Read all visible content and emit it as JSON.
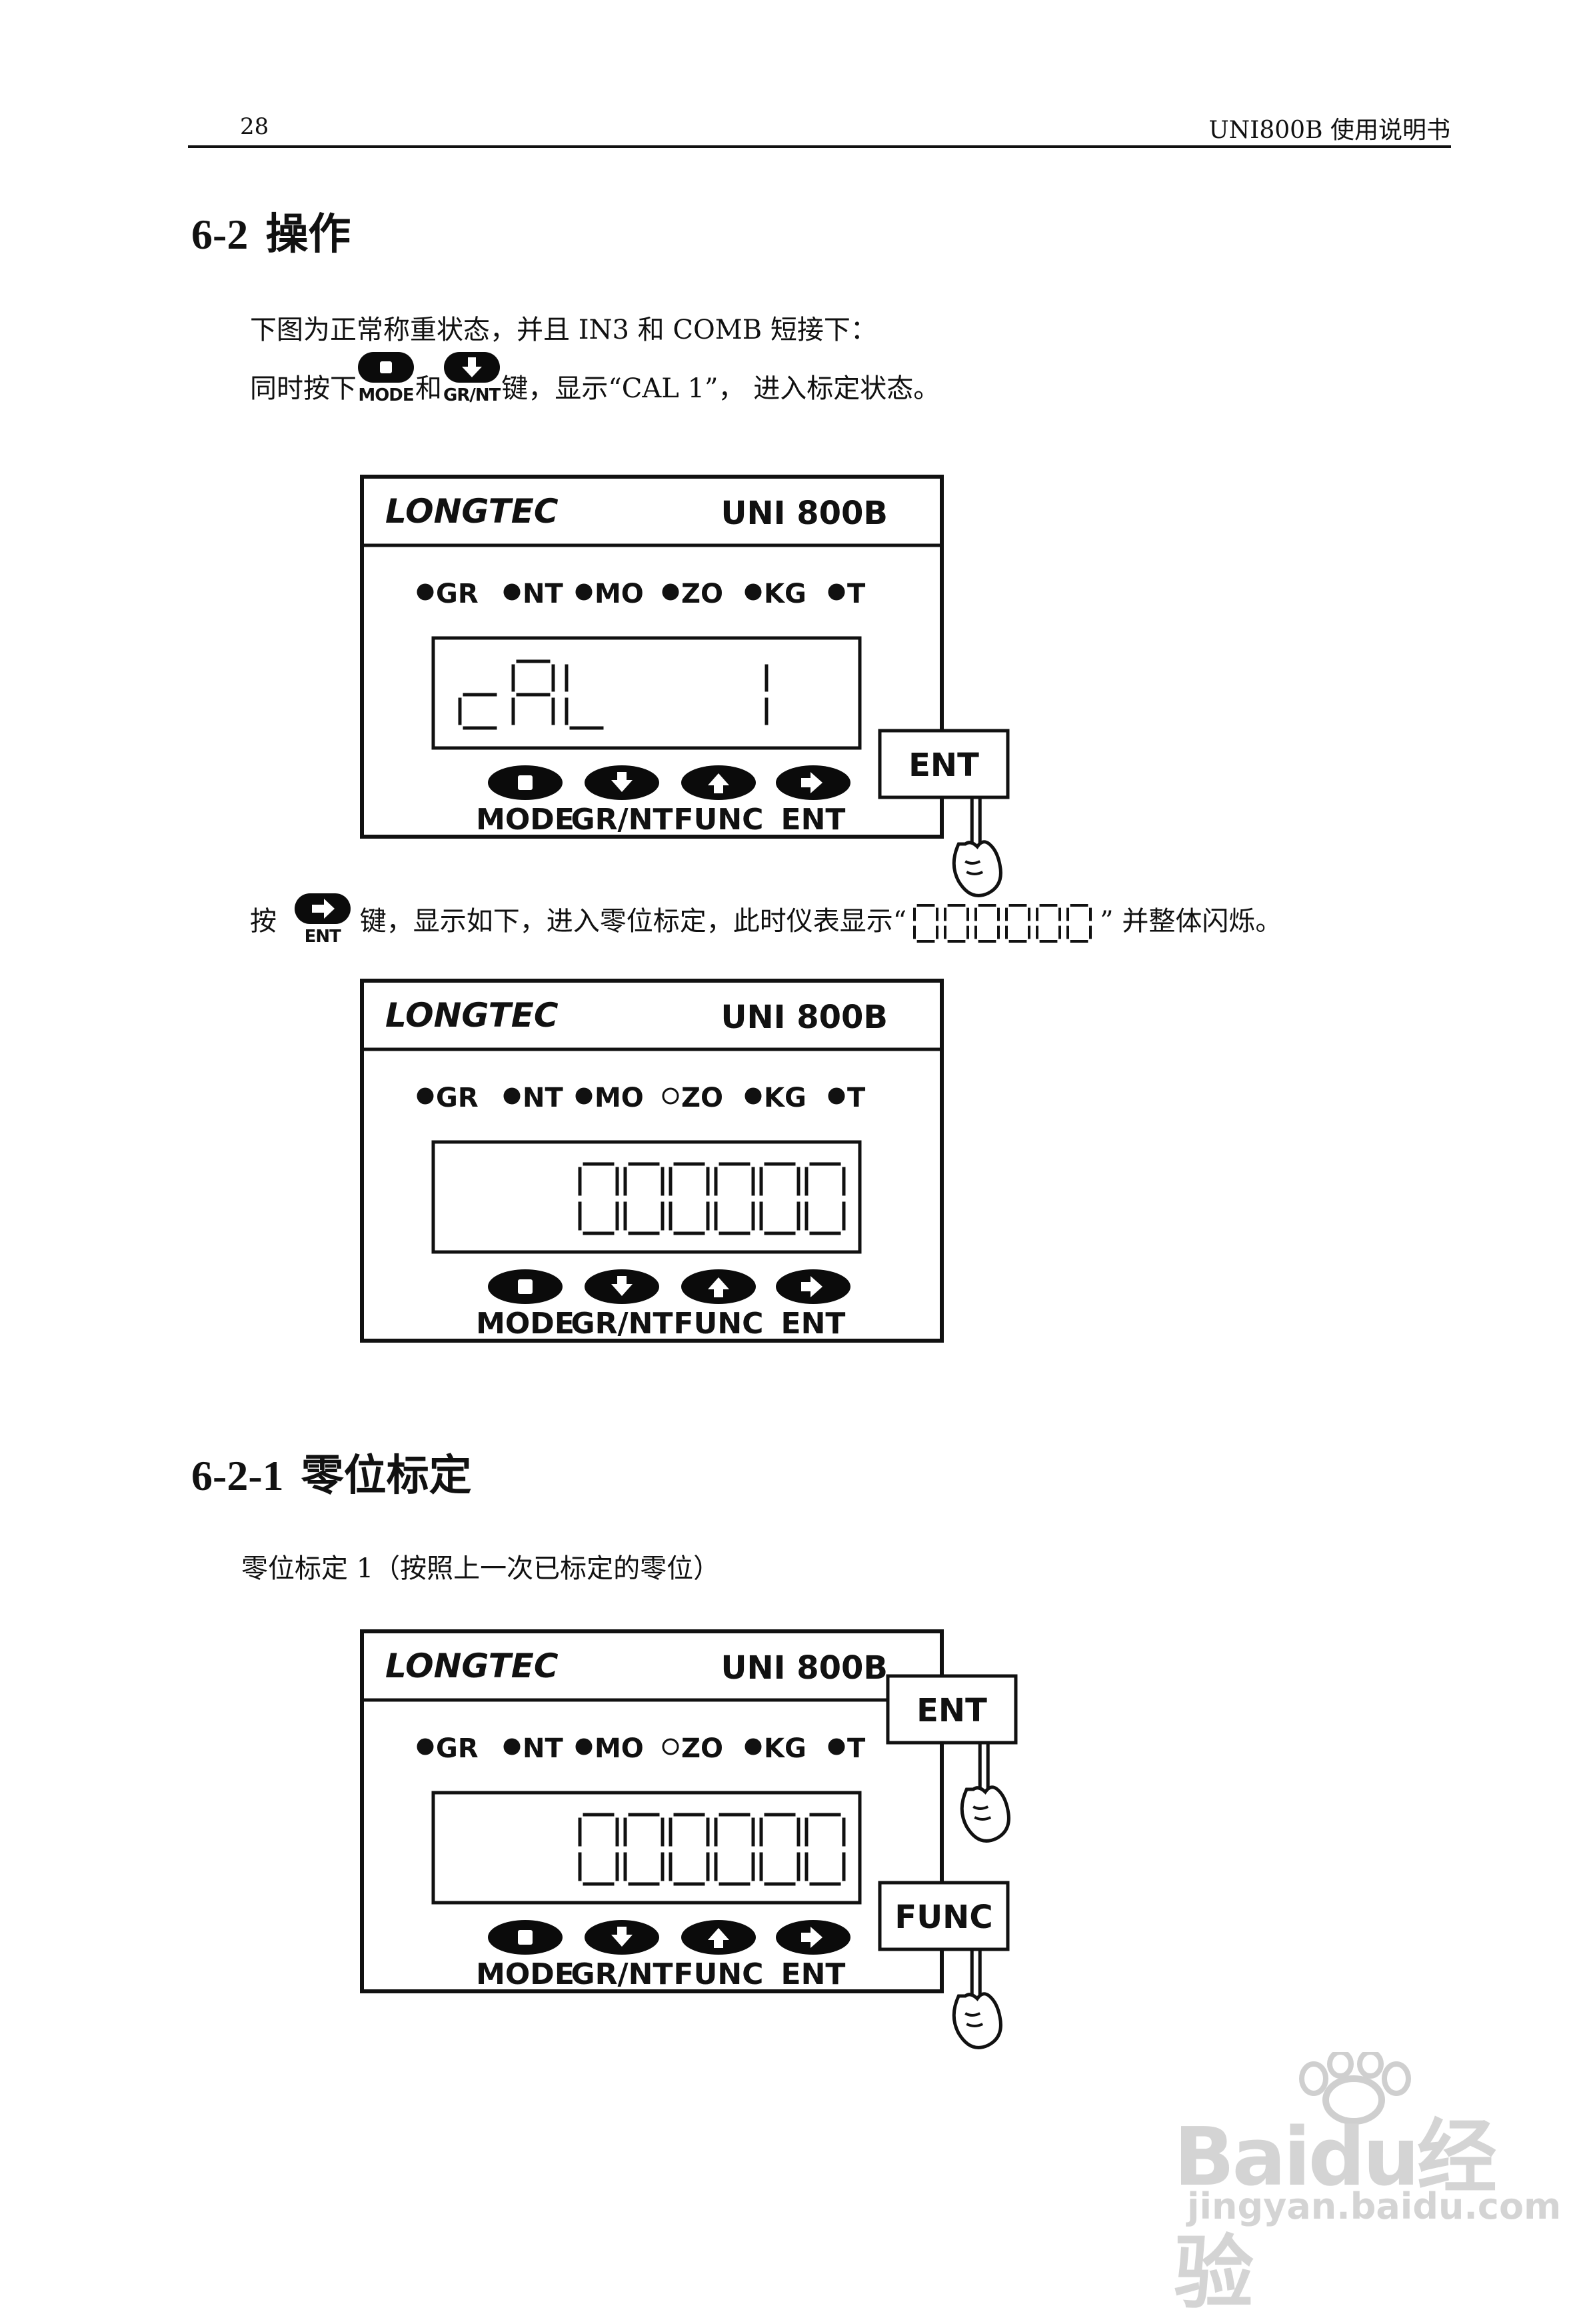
{
  "header": {
    "page_number": "28",
    "title": "UNI800B 使用说明书"
  },
  "section1": {
    "number": "6-2",
    "title": "操作"
  },
  "intro": "下图为正常称重状态，并且 IN3 和 COMB 短接下：",
  "instruction1": {
    "prefix": "同时按下",
    "key1_label": "MODE",
    "connector": "和",
    "key2_label": "GR/NT",
    "suffix": "键，显示“CAL 1”， 进入标定状态。"
  },
  "instruction2": {
    "prefix": "按",
    "key_label": "ENT",
    "middle": "键，显示如下，进入零位标定，此时仪表显示“",
    "display_value": "000000",
    "suffix": "” 并整体闪烁。"
  },
  "section2": {
    "number": "6-2-1",
    "title": "零位标定"
  },
  "caption": "零位标定 1（按照上一次已标定的零位）",
  "panel": {
    "brand": "LONGTEC",
    "model": "UNI 800B",
    "indicators": [
      "GR",
      "NT",
      "MO",
      "ZO",
      "KG",
      "T"
    ],
    "keys": [
      "MODE",
      "GR/NT",
      "FUNC",
      "ENT"
    ]
  },
  "panels": [
    {
      "display": "cAL 1",
      "indicators_lit": [
        true,
        true,
        true,
        true,
        true,
        true
      ],
      "callouts": [
        "ENT"
      ]
    },
    {
      "display": "000000",
      "indicators_lit": [
        true,
        true,
        true,
        false,
        true,
        true
      ],
      "callouts": []
    },
    {
      "display": "000000",
      "indicators_lit": [
        true,
        true,
        true,
        false,
        true,
        true
      ],
      "callouts": [
        "ENT",
        "FUNC"
      ]
    }
  ],
  "watermark": {
    "brand": "Baidu经验",
    "url": "jingyan.baidu.com"
  }
}
